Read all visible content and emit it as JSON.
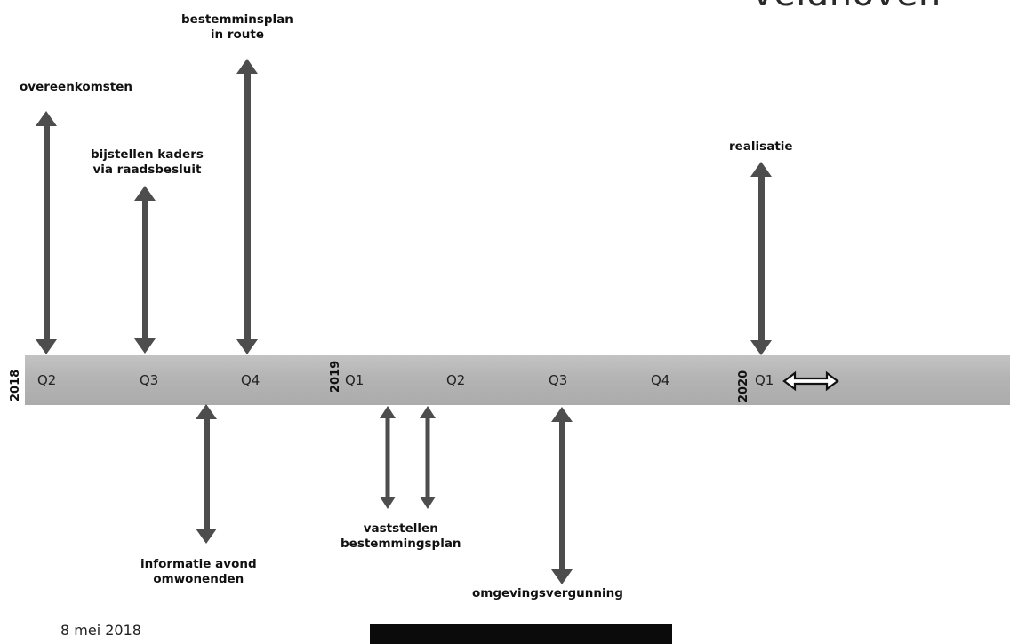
{
  "title_partial": "veldhoven",
  "date": "8 mei 2018",
  "quarters": [
    "Q2",
    "Q3",
    "Q4",
    "Q1",
    "Q2",
    "Q3",
    "Q4",
    "Q1"
  ],
  "years": [
    "2018",
    "2019",
    "2020"
  ],
  "labels": {
    "overeenkomsten": "overeenkomsten",
    "bijstellen_1": "bijstellen kaders",
    "bijstellen_2": "via raadsbesluit",
    "bestemmingsplan_1": "bestemminsplan",
    "bestemmingsplan_2": "in route",
    "realisatie": "realisatie",
    "informatie_1": "informatie avond",
    "informatie_2": "omwonenden",
    "vaststellen_1": "vaststellen",
    "vaststellen_2": "bestemmingsplan",
    "omgevingsvergunning": "omgevingsvergunning"
  },
  "colors": {
    "band": "#b4b4b4",
    "arrow": "#4d4d4d"
  }
}
